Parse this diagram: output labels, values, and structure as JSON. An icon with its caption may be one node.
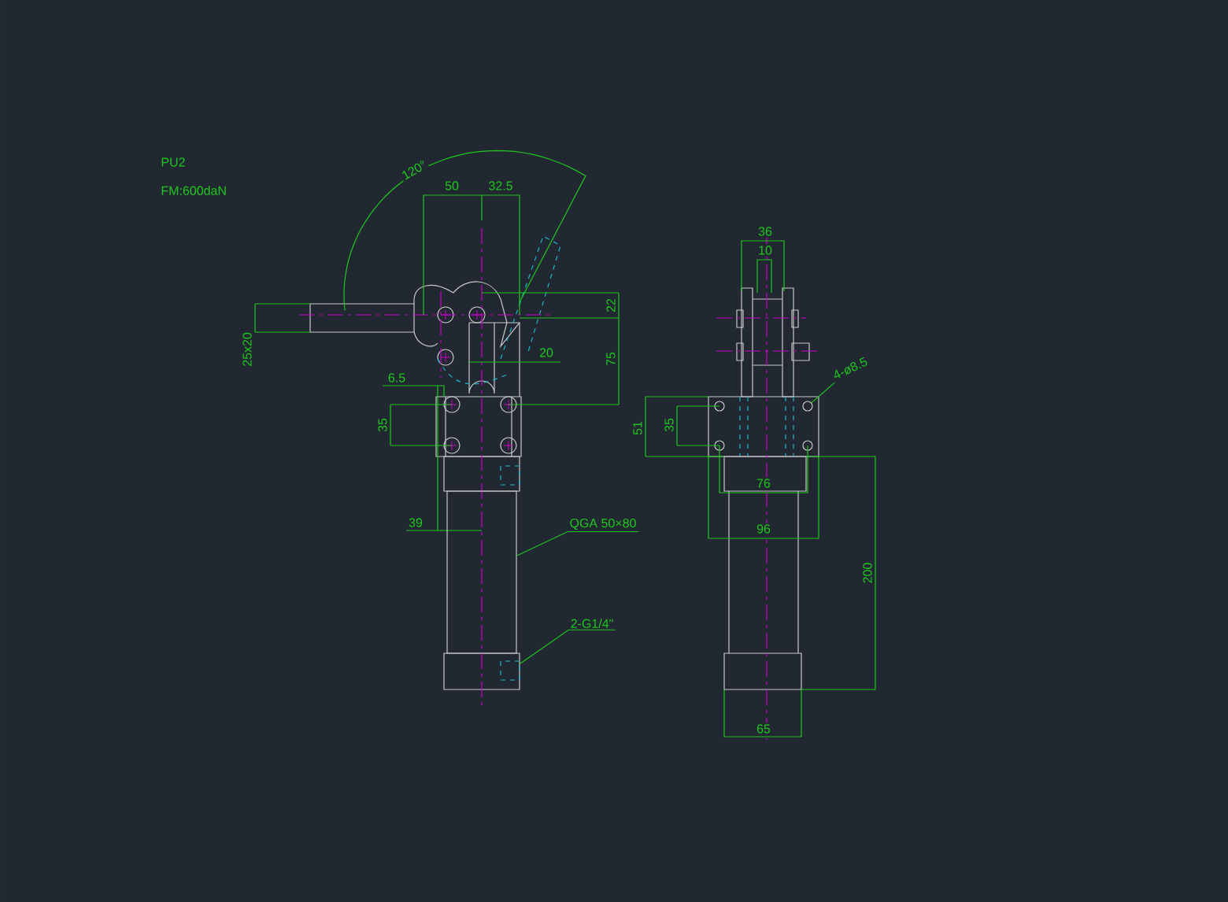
{
  "diagram": {
    "nodes": [
      {
        "text": [
          "QGA 50×80"
        ]
      },
      {
        "text": [],
        "shape": "box"
      },
      {
        "text": [
          "2-G1/4\""
        ]
      },
      {
        "text": [],
        "shape": "box"
      },
      {
        "text": [
          "4-ø8.5"
        ]
      },
      {
        "text": [],
        "shape": "circle"
      }
    ],
    "edges": [
      {
        "from": 0,
        "to": 1,
        "arrow": "none"
      },
      {
        "from": 2,
        "to": 3,
        "arrow": "none"
      },
      {
        "from": 4,
        "to": 5,
        "arrow": "none"
      }
    ],
    "labels": [
      "PU2",
      "FM:600daN",
      "120°",
      "50",
      "32.5",
      "36",
      "10",
      "22",
      "20",
      "25x20",
      "75",
      "6.5",
      "35",
      "51",
      "35",
      "39",
      "76",
      "96",
      "200",
      "65"
    ]
  }
}
